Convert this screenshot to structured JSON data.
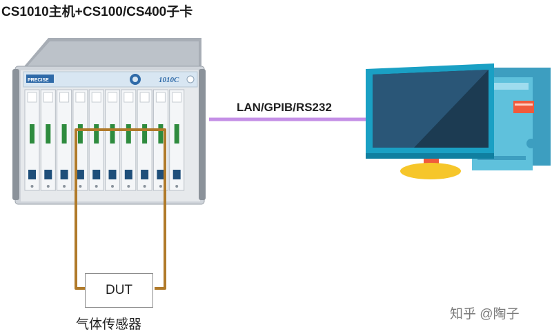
{
  "title": "CS1010主机+CS100/CS400子卡",
  "connection_label": "LAN/GPIB/RS232",
  "dut_label": "DUT",
  "sensor_label": "气体传感器",
  "chassis": {
    "brand_text": "PRECISE",
    "model_text": "1010C"
  },
  "watermark": "知乎 @陶子",
  "colors": {
    "link_line": "#c48fe6",
    "wire": "#b07a2a",
    "chassis_body": "#d9dde2",
    "panel_header": "#d8e6f2",
    "monitor_frame": "#1aa0c4",
    "monitor_screen": "#1c3b52",
    "tower": "#5fc1dc",
    "stand": "#f6c62a",
    "drive_slot": "#f05a3c"
  }
}
